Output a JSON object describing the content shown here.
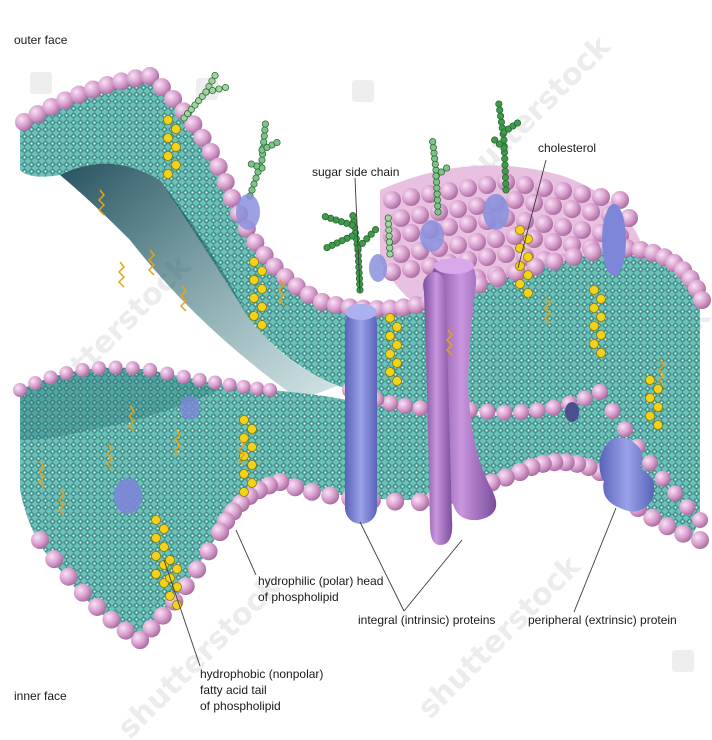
{
  "labels": {
    "outer_face": "outer face",
    "inner_face": "inner face",
    "sugar_side_chain": "sugar side chain",
    "cholesterol": "cholesterol",
    "hydrophilic_line1": "hydrophilic (polar) head",
    "hydrophilic_line2": "of phospholipid",
    "integral_proteins": "integral (intrinsic) proteins",
    "peripheral_protein": "peripheral (extrinsic) protein",
    "hydrophobic_line1": "hydrophobic (nonpolar)",
    "hydrophobic_line2": "fatty acid tail",
    "hydrophobic_line3": "of phospholipid"
  },
  "watermark": "shutterstock",
  "colors": {
    "lipid_head": "#d9a0cf",
    "lipid_head_highlight": "#f6dcf1",
    "lipid_tail_band": "#5fb7ad",
    "lipid_tail_dark": "#2f6f76",
    "protein_blue": "#7d86d8",
    "protein_purple": "#b07acb",
    "cholesterol_yellow": "#f3d21c",
    "sugar_green": "#3f9a4a",
    "sugar_green_light": "#9fd39f"
  }
}
